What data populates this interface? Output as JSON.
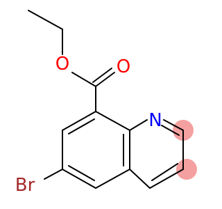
{
  "molecule": {
    "atoms": {
      "o_ester": "O",
      "o_carbonyl": "O",
      "n_ring": "N",
      "br": "Br"
    },
    "colors": {
      "oxygen": "#ff0000",
      "nitrogen": "#0000ff",
      "bromine": "#a52a2a",
      "bond": "#000000",
      "highlight": "#f4a0a0"
    }
  }
}
